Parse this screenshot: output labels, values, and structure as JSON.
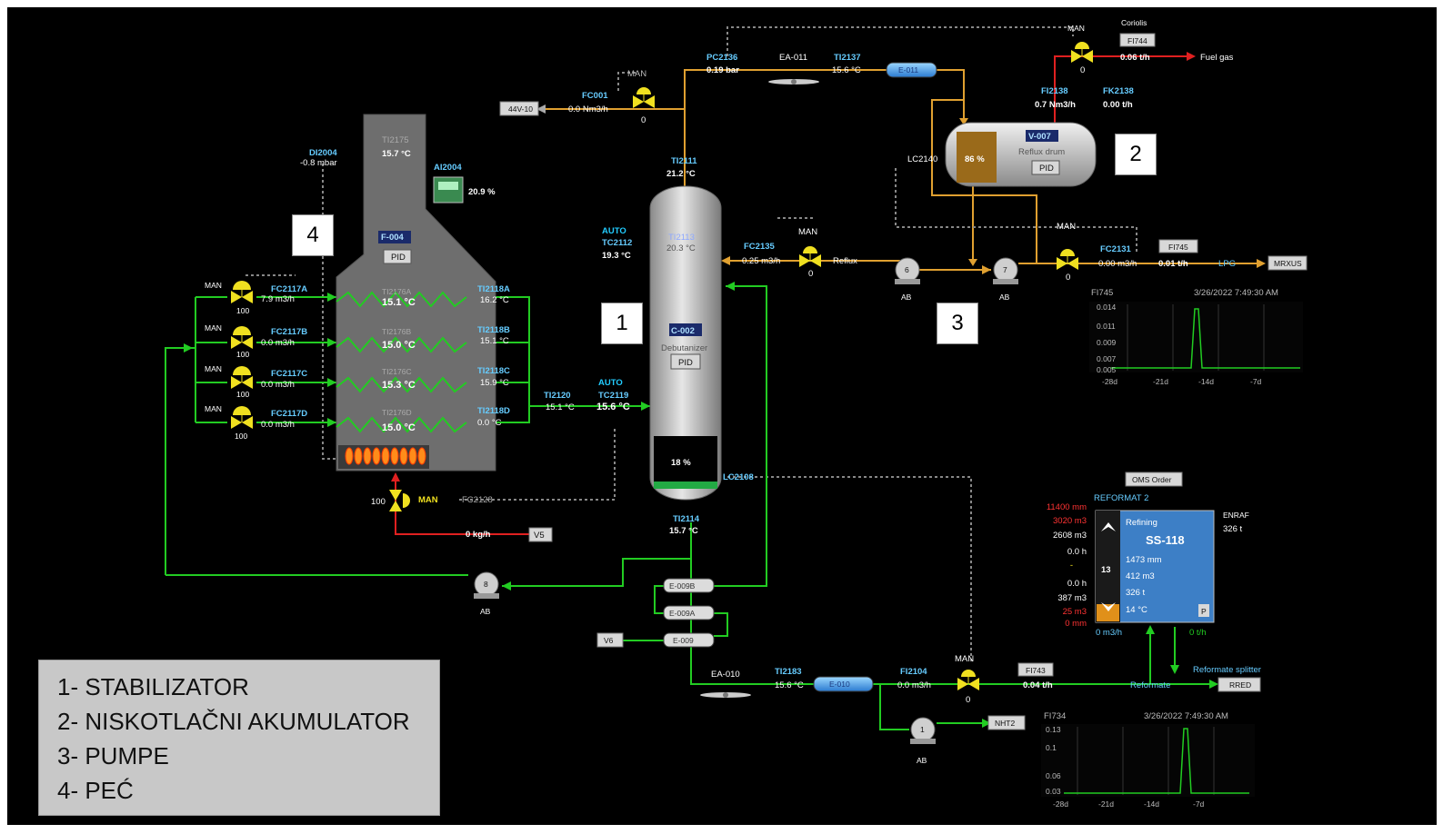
{
  "colors": {
    "background": "#000000",
    "process_green": "#22cc22",
    "process_orange": "#e0a030",
    "fuel_red": "#e02020",
    "label_blue": "#66ccff",
    "valve_yellow": "#f0e020",
    "tank_blue": "#3d7fc6",
    "value_white": "#ffffff",
    "alarm_red": "#ff3333"
  },
  "callouts": [
    "1",
    "2",
    "3",
    "4"
  ],
  "legend": [
    "1- STABILIZATOR",
    "2- NISKOTLAČNI AKUMULATOR",
    "3- PUMPE",
    "4- PEĆ"
  ],
  "furnace": {
    "id": "F-004",
    "pid": "PID",
    "di": {
      "tag": "DI2004",
      "value": "-0.8 mbar"
    },
    "ti_top": {
      "tag": "TI2175",
      "value": "15.7 °C"
    },
    "analyzer": {
      "tag": "AI2004",
      "value": "20.9 %"
    },
    "coils": [
      {
        "flow_tag": "FC2117A",
        "flow": "7.9 m3/h",
        "valve_mode": "MAN",
        "valve_pos": "100",
        "coil_tag": "TI2176A",
        "coil_temp": "15.1 °C",
        "out_tag": "TI2118A",
        "out_temp": "16.2 °C"
      },
      {
        "flow_tag": "FC2117B",
        "flow": "0.0 m3/h",
        "valve_mode": "MAN",
        "valve_pos": "100",
        "coil_tag": "TI2176B",
        "coil_temp": "15.0 °C",
        "out_tag": "TI2118B",
        "out_temp": "15.1 °C"
      },
      {
        "flow_tag": "FC2117C",
        "flow": "0.0 m3/h",
        "valve_mode": "MAN",
        "valve_pos": "100",
        "coil_tag": "TI2176C",
        "coil_temp": "15.3 °C",
        "out_tag": "TI2118C",
        "out_temp": "15.9 °C"
      },
      {
        "flow_tag": "FC2117D",
        "flow": "0.0 m3/h",
        "valve_mode": "MAN",
        "valve_pos": "100",
        "coil_tag": "TI2176D",
        "coil_temp": "15.0 °C",
        "out_tag": "TI2118D",
        "out_temp": "0.0 °C"
      }
    ],
    "fuel": {
      "valve_pos": "100",
      "mode": "MAN",
      "tag": "FC2128",
      "flow": "0 kg/h",
      "dest": "V5"
    }
  },
  "column": {
    "id": "C-002",
    "name": "Debutanizer",
    "pid": "PID",
    "level": "18 %",
    "level_fraction": 0.18,
    "ti_top": {
      "tag": "TI2111",
      "value": "21.2 °C"
    },
    "ti_mid": {
      "tag": "TI2113",
      "value": "20.3 °C"
    },
    "tc": {
      "mode": "AUTO",
      "tag": "TC2112",
      "value": "19.3 °C"
    },
    "ti_bottom": {
      "tag": "TI2114",
      "value": "15.7 °C"
    },
    "lc": "LC2108",
    "feed": {
      "ti_tag": "TI2120",
      "ti_value": "15.1 °C",
      "tc_mode": "AUTO",
      "tc_tag": "TC2119",
      "tc_value": "15.6 °C"
    }
  },
  "overhead": {
    "fc001": {
      "tag": "FC001",
      "value": "0.0 Nm3/h",
      "dest": "44V-10",
      "mode": "MAN",
      "pos": "0"
    },
    "pc": {
      "tag": "PC2136",
      "value": "0.19 bar"
    },
    "fan": "EA-011",
    "ti": {
      "tag": "TI2137",
      "value": "15.6 °C"
    },
    "exchanger": "E-011"
  },
  "drum": {
    "id": "V-007",
    "name": "Reflux drum",
    "pid": "PID",
    "level": "86 %",
    "level_fraction": 0.86,
    "lc": "LC2140"
  },
  "fuel_gas": {
    "mode": "MAN",
    "pos": "0",
    "coriolis": "Coriolis",
    "fi_button": "FI744",
    "flow": "0.06 t/h",
    "dest": "Fuel gas",
    "fi_tag": "FI2138",
    "fi_value": "0.7 Nm3/h",
    "fk_tag": "FK2138",
    "fk_value": "0.00 t/h"
  },
  "reflux": {
    "tag": "FC2135",
    "value": "0.25 m3/h",
    "mode": "MAN",
    "pos": "0",
    "label": "Reflux"
  },
  "pumps": [
    {
      "num": "6",
      "status": "AB"
    },
    {
      "num": "7",
      "status": "AB"
    },
    {
      "num": "8",
      "status": "AB"
    },
    {
      "num": "1",
      "status": "AB"
    }
  ],
  "lpg": {
    "mode": "MAN",
    "pos": "0",
    "tag": "FC2131",
    "flow": "0.00 m3/h",
    "fi_button": "FI745",
    "fi_flow": "0.01 t/h",
    "label": "LPG",
    "dest": "MRXUS"
  },
  "trend1": {
    "tag": "FI745",
    "timestamp": "3/26/2022 7:49:30 AM",
    "y_ticks": [
      "0.014",
      "0.011",
      "0.009",
      "0.007",
      "0.005"
    ],
    "x_ticks": [
      "-28d",
      "-21d",
      "-14d",
      "-7d"
    ]
  },
  "trend2": {
    "tag": "FI734",
    "timestamp": "3/26/2022 7:49:30 AM",
    "y_ticks": [
      "0.13",
      "0.1",
      "0.06",
      "0.03"
    ],
    "x_ticks": [
      "-28d",
      "-21d",
      "-14d",
      "-7d"
    ]
  },
  "exchangers": [
    "E-009B",
    "E-009A",
    "E-009"
  ],
  "v6": "V6",
  "bottoms": {
    "fan": "EA-010",
    "ti_tag": "TI2183",
    "ti_value": "15.6 °C",
    "exchanger": "E-010",
    "fi_tag": "FI2104",
    "fi_value": "0.0 m3/h",
    "mode": "MAN",
    "pos": "0",
    "fi_button": "FI743",
    "fi_flow": "0.04 t/h",
    "label": "Reformate",
    "dest": "RRED",
    "nht": "NHT2",
    "splitter": "Reformate splitter"
  },
  "tank": {
    "oms": "OMS Order",
    "name": "REFORMAT 2",
    "status": "Refining",
    "id": "SS-118",
    "level": "1473 mm",
    "volume": "412 m3",
    "mass": "326 t",
    "temp": "14 °C",
    "p": "P",
    "enraf_label": "ENRAF",
    "enraf": "326 t",
    "left_values": [
      "11400 mm",
      "3020 m3",
      "2608 m3",
      "0.0 h",
      "-",
      "0.0 h",
      "387 m3",
      "25 m3",
      "0 mm"
    ],
    "side_num": "13",
    "flow_in": "0 m3/h",
    "flow_out": "0 t/h"
  }
}
